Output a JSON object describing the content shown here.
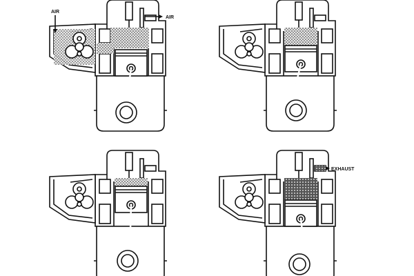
{
  "diagram": {
    "colors": {
      "line": "#111111",
      "background": "#ffffff",
      "air_fill": "#dddddd",
      "exhaust_fill": "#444444"
    },
    "panels": [
      {
        "stage": "scavenging",
        "labels": [
          "AIR",
          "AIR"
        ]
      },
      {
        "stage": "compression",
        "labels": []
      },
      {
        "stage": "injection",
        "labels": []
      },
      {
        "stage": "exhaust",
        "labels": [
          "EXHAUST"
        ]
      }
    ]
  }
}
